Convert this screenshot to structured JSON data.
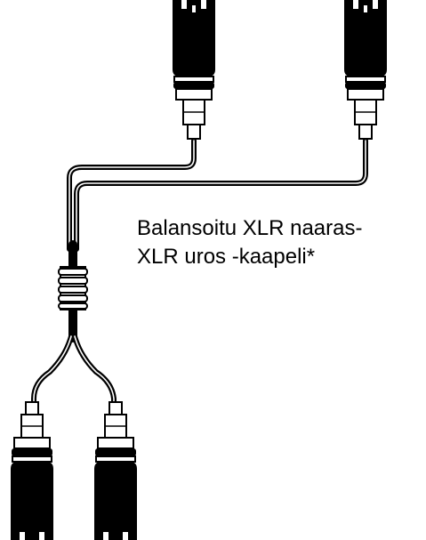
{
  "caption": {
    "line1": "Balansoitu XLR naaras-",
    "line2": "XLR uros -kaapeli*"
  },
  "colors": {
    "ink": "#000000",
    "background": "#ffffff"
  },
  "connectors": {
    "top_left": "xlr-female-connector",
    "top_right": "xlr-female-connector",
    "bottom_left": "xlr-male-connector",
    "bottom_right": "xlr-male-connector"
  }
}
